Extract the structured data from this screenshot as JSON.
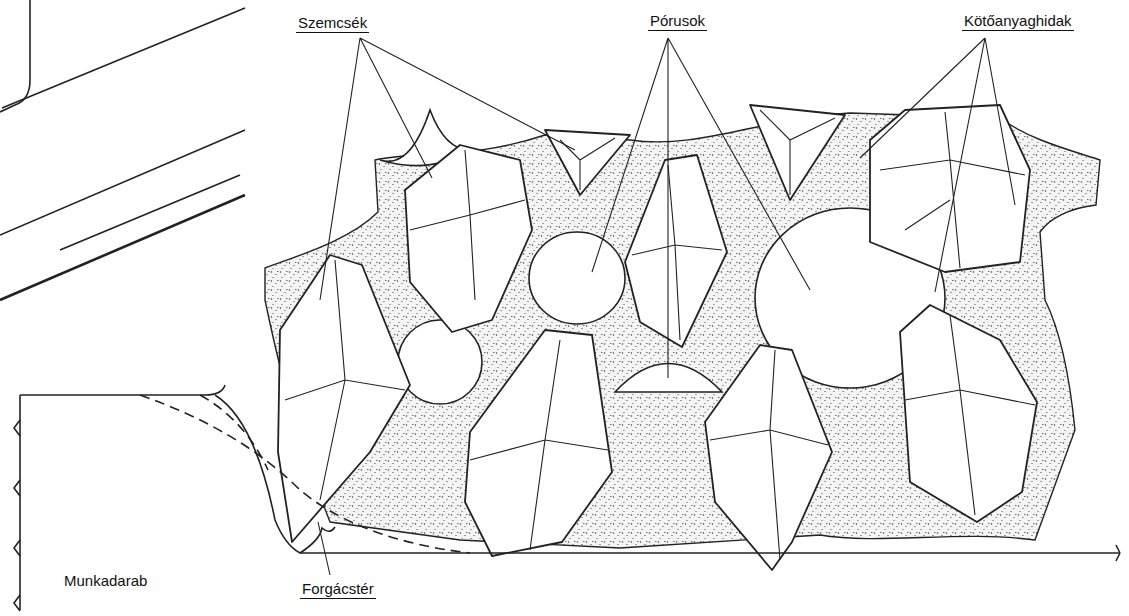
{
  "diagram": {
    "labels": [
      "Szemcsék",
      "Pórusok",
      "Kötőanyaghidak",
      "Munkadarab",
      "Forgácstér"
    ]
  }
}
